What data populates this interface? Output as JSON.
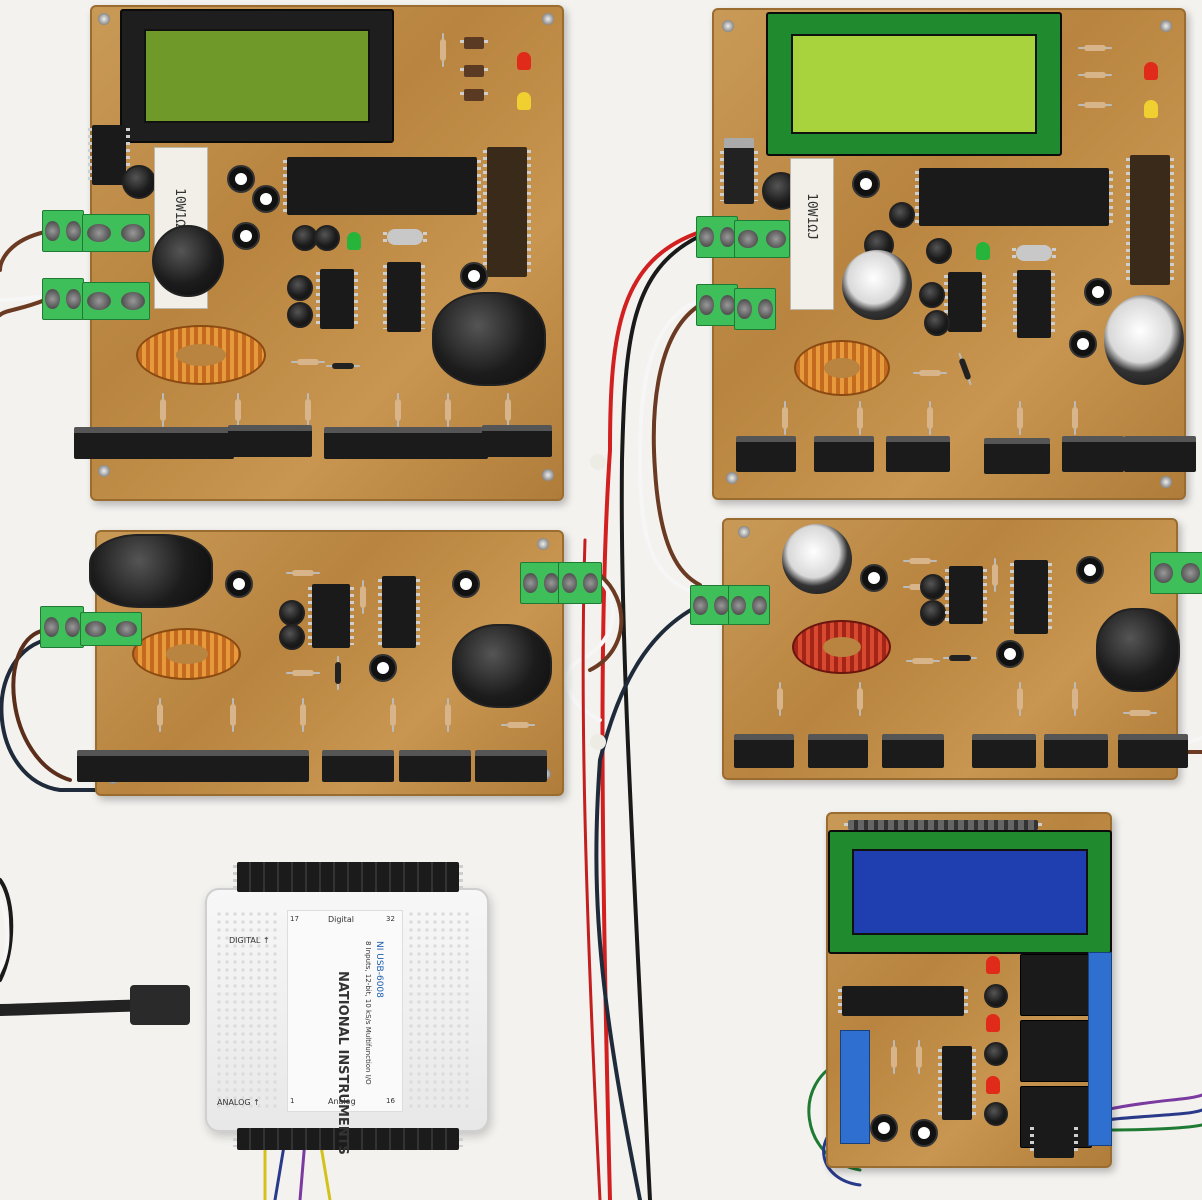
{
  "scene": {
    "description_alt": "",
    "resistor_marking": "10W1Ω",
    "resistor_marking_2": "10W1ΩJ",
    "daq": {
      "brand": "NATIONAL INSTRUMENTS",
      "model": "NI USB-6008",
      "subtitle": "8 Inputs, 12-bit, 10 kS/s Multifunction I/O",
      "label_digital": "DIGITAL",
      "label_analog": "ANALOG",
      "digital_port": "Digital",
      "analog_port": "Analog",
      "pin_17": "17",
      "pin_32": "32",
      "pin_1": "1",
      "pin_16": "16"
    },
    "colors": {
      "pcb": "#c0904b",
      "lcd_green": "#9bc23b",
      "lcd_blue": "#1f3fb0",
      "terminal_green": "#3fbf5a",
      "terminal_blue": "#2f6fd0"
    }
  }
}
